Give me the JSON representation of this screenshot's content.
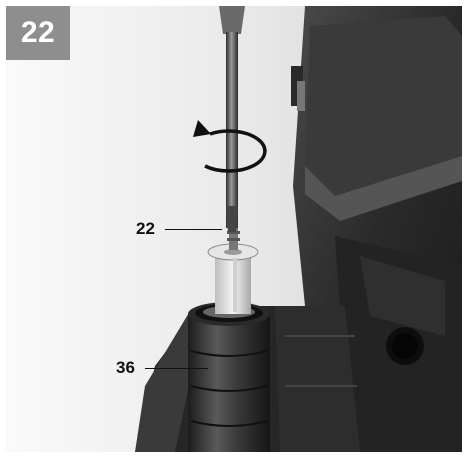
{
  "step": {
    "number": "22"
  },
  "callouts": [
    {
      "label": "22"
    },
    {
      "label": "36"
    }
  ],
  "colors": {
    "badge": "#8e8e8e",
    "badge_text": "#ffffff",
    "frame_border": "#9a9a9a",
    "callout_text": "#111111"
  },
  "icons": [
    "rotation-arrow-icon",
    "screwdriver"
  ]
}
